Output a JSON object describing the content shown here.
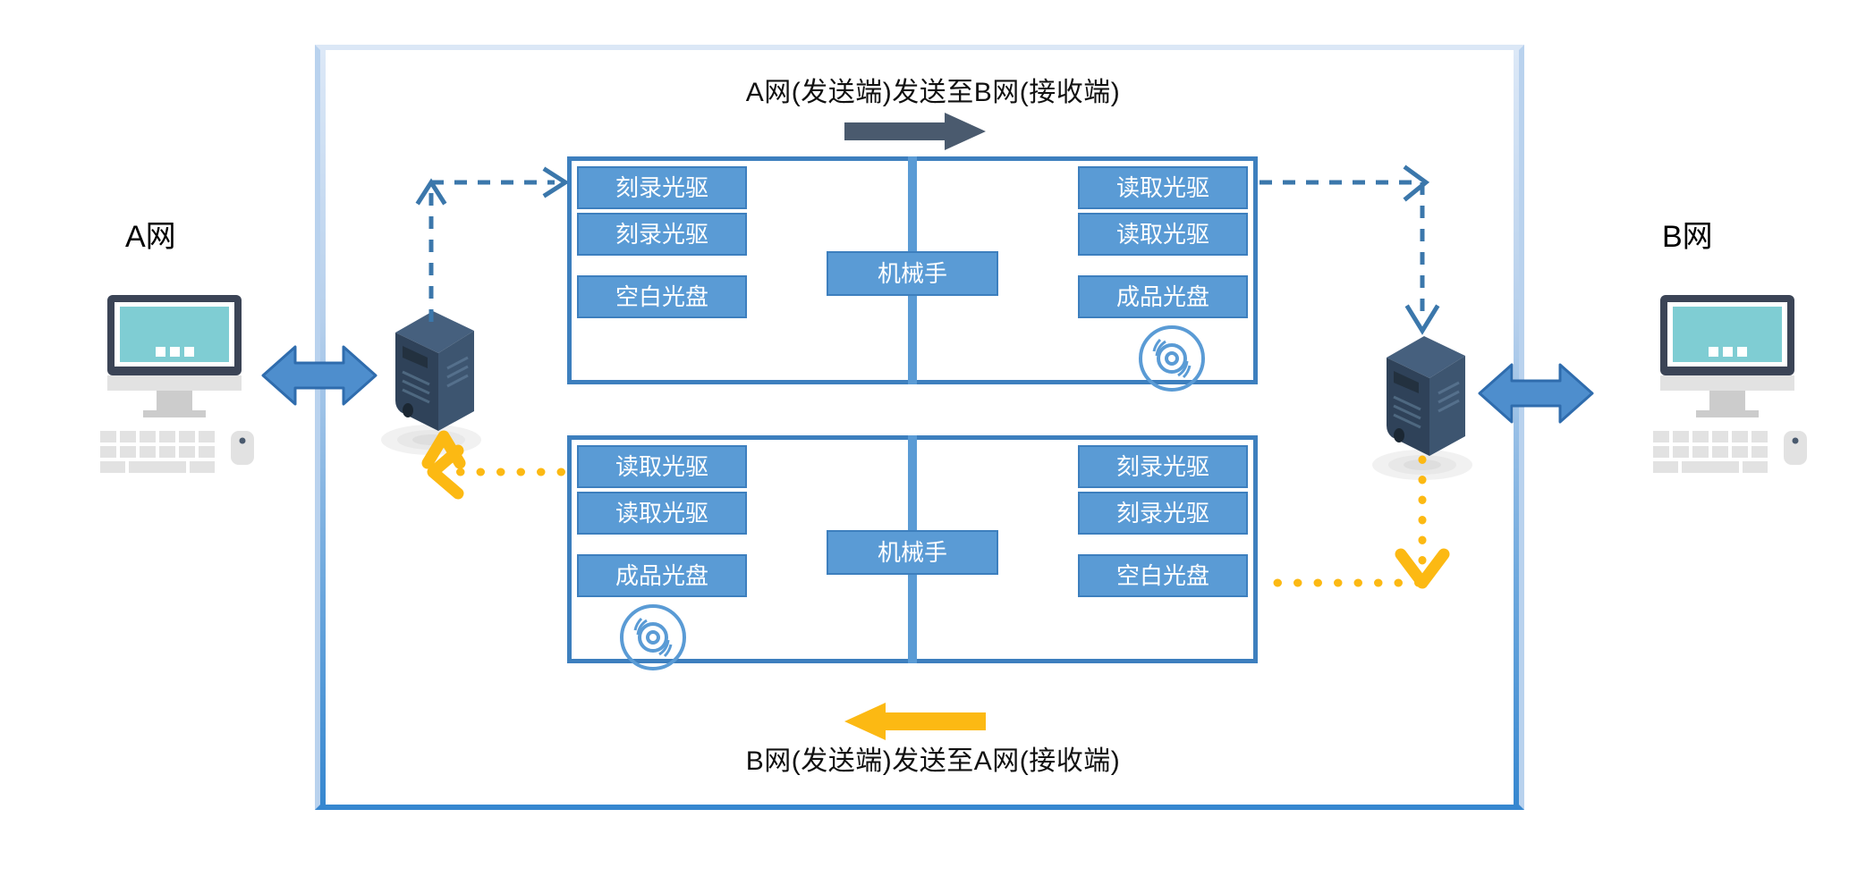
{
  "diagram": {
    "title_top": "A网(发送端)发送至B网(接收端)",
    "title_bottom": "B网(发送端)发送至A网(接收端)",
    "left_network_label": "A网",
    "right_network_label": "B网",
    "colors": {
      "frame_border_bottom": "#3687d0",
      "frame_border_top": "#dbe7f6",
      "chassis_border": "#3d7fbe",
      "drive_fill": "#5a9bd5",
      "arrow_blue": "#4e8ecd",
      "arrow_blue_border": "#2f6cad",
      "arrow_dark": "#4a5a6e",
      "arrow_orange": "#fcb913",
      "dashed_blue": "#3b77ab",
      "monitor_bezel": "#3b4456",
      "monitor_screen": "#7fcdd3",
      "server_front": "#2f4259",
      "server_side": "#3d5570",
      "server_top": "#46607e"
    },
    "flows": {
      "top": {
        "direction": "right",
        "arrow_color": "#4a5a6e",
        "name": "a-to-b-flow-arrow"
      },
      "bottom": {
        "direction": "left",
        "arrow_color": "#fcb913",
        "name": "b-to-a-flow-arrow"
      }
    },
    "top_chassis": {
      "left_drives": [
        "刻录光驱",
        "刻录光驱",
        "空白光盘"
      ],
      "right_drives": [
        "读取光驱",
        "读取光驱",
        "成品光盘"
      ],
      "robot": "机械手",
      "disc_side": "right"
    },
    "bottom_chassis": {
      "left_drives": [
        "读取光驱",
        "读取光驱",
        "成品光盘"
      ],
      "right_drives": [
        "刻录光驱",
        "刻录光驱",
        "空白光盘"
      ],
      "robot": "机械手",
      "disc_side": "left"
    }
  }
}
